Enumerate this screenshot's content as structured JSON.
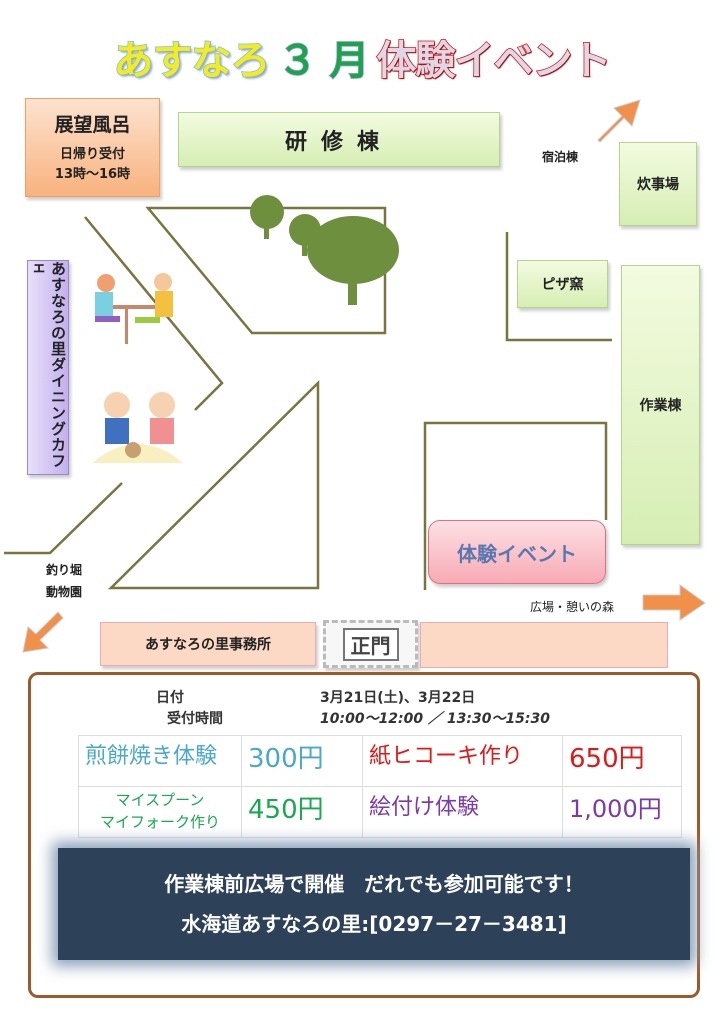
{
  "title": {
    "part1": "あすなろ",
    "part2": "３ 月",
    "part3": "体験イベント"
  },
  "map": {
    "bath": {
      "name": "展望風呂",
      "line1": "日帰り受付",
      "line2": "13時～16時"
    },
    "kenshu": "研修棟",
    "lodging": "宿泊棟",
    "suiji": "炊事場",
    "pizza": "ピザ窯",
    "sagyo": "作業棟",
    "cafe": "あすなろの里ダイニングカフェ",
    "event": "体験イベント",
    "fishing": "釣り堀",
    "zoo": "動物園",
    "plaza": "広場・憩いの森",
    "office": "あすなろの里事務所",
    "gate": "正門"
  },
  "info": {
    "date_label": "日付",
    "date_value": "3月21日(土)、3月22日",
    "time_label": "受付時間",
    "time_value": "10:00～12:00 ／ 13:30～15:30"
  },
  "prices": [
    [
      {
        "name": "煎餅焼き体験",
        "price": "300円",
        "color": "#4aa8c8"
      },
      {
        "name": "紙ヒコーキ作り",
        "price": "650円",
        "color": "#e01818"
      }
    ],
    [
      {
        "name_line1": "マイスプーン",
        "name_line2": "マイフォーク作り",
        "price": "450円",
        "color": "#18a850"
      },
      {
        "name": "絵付け体験",
        "price": "1,000円",
        "color": "#7a3aa8"
      }
    ]
  ],
  "banner": {
    "line1": "作業棟前広場で開催　だれでも参加可能です！",
    "line2": "水海道あすなろの里:[0297－27－3481]"
  }
}
